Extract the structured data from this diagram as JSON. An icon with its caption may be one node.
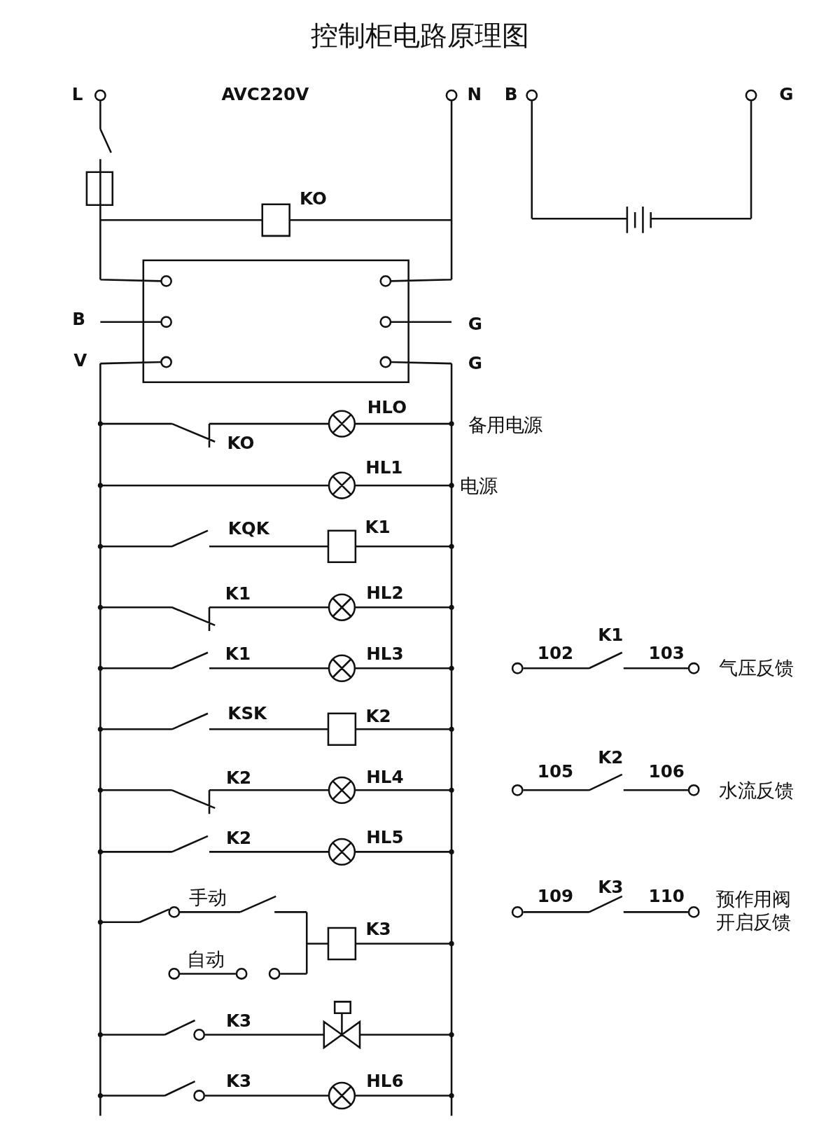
{
  "diagram": {
    "title": "控制柜电路原理图",
    "labels": [
      "L",
      "AVC220V",
      "N",
      "B",
      "G",
      "KO",
      "B",
      "G",
      "V",
      "G",
      "HLO",
      "备用电源",
      "KO",
      "HL1",
      "电源",
      "KQK",
      "K1",
      "K1",
      "HL2",
      "K1",
      "K1",
      "HL3",
      "102",
      "103",
      "气压反馈",
      "KSK",
      "K2",
      "K2",
      "K2",
      "HL4",
      "105",
      "106",
      "水流反馈",
      "K2",
      "HL5",
      "手动",
      "K3",
      "109",
      "110",
      "预作用阀开启反馈",
      "K3",
      "自动",
      "K3",
      "K3",
      "HL6"
    ]
  }
}
